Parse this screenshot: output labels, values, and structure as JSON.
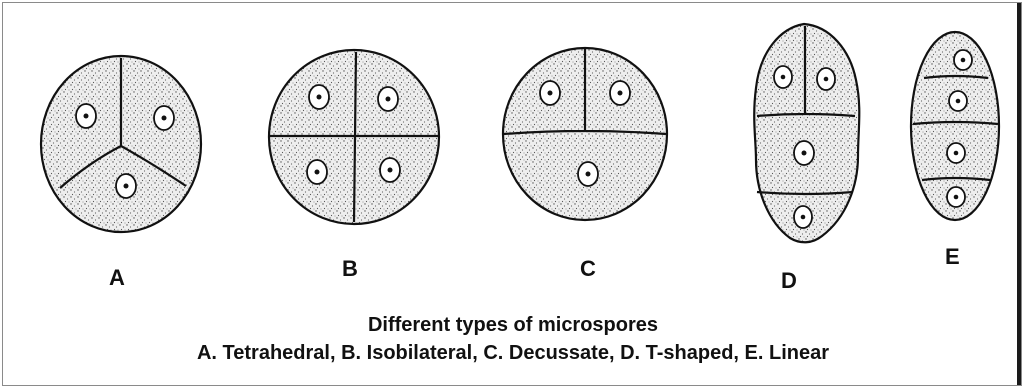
{
  "figure": {
    "labels": [
      "A",
      "B",
      "C",
      "D",
      "E"
    ],
    "caption_title": "Different types of microspores",
    "caption_detail": "A. Tetrahedral, B. Isobilateral, C. Decussate, D. T-shaped, E. Linear"
  },
  "colors": {
    "line": "#111111",
    "cell_fill": "#ececec",
    "stipple": "#555555"
  }
}
